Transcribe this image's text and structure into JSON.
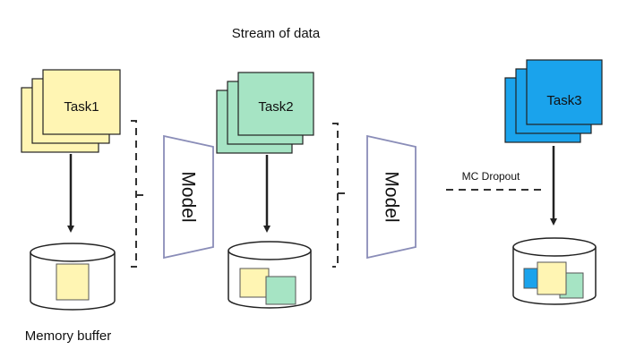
{
  "title": "Stream of data",
  "tasks": [
    {
      "label": "Task1",
      "color": "#fff5b3"
    },
    {
      "label": "Task2",
      "color": "#a6e4c4"
    },
    {
      "label": "Task3",
      "color": "#1aa3ec"
    }
  ],
  "models": [
    {
      "label": "Model"
    },
    {
      "label": "Model"
    }
  ],
  "mc_dropout_label": "MC Dropout",
  "memory_buffer_label": "Memory buffer",
  "colors": {
    "stroke": "#333333",
    "trapezoid_fill": "#ffffff",
    "trapezoid_stroke": "#8a8db8",
    "buffer_task1": "#fff5b3",
    "buffer_task2": "#a6e4c4",
    "buffer_task3": "#1aa3ec"
  }
}
